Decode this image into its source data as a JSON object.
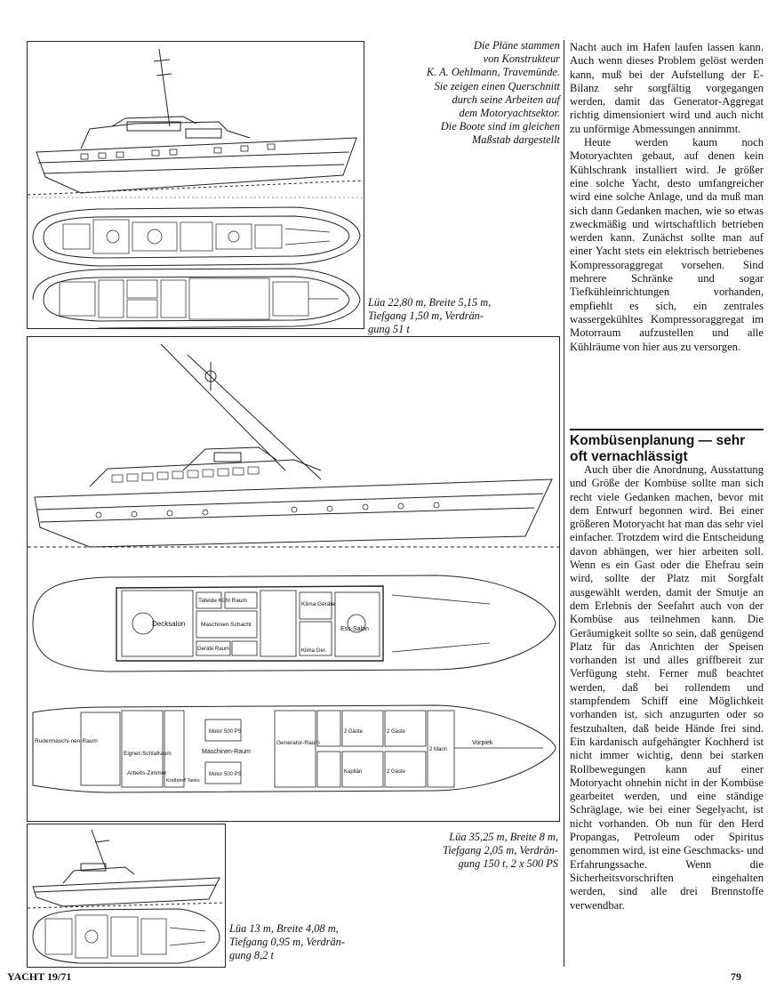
{
  "captions": {
    "intro": [
      "Die Pläne stammen",
      "von Konstrukteur",
      "K. A. Oehlmann, Travemünde.",
      "Sie zeigen einen Querschnitt",
      "durch seine Arbeiten auf",
      "dem Motoryachtsektor.",
      "Die Boote sind im gleichen",
      "Maßstab dargestellt"
    ],
    "boat1": [
      "Lüa 22,80 m, Breite 5,15 m,",
      "Tiefgang 1,50 m, Verdrän-",
      "gung 51 t"
    ],
    "boat2": [
      "Lüa 35,25 m, Breite 8 m,",
      "Tiefgang 2,05 m, Verdrän-",
      "gung 150 t, 2 x 500 PS"
    ],
    "boat3": [
      "Lüa 13 m, Breite 4,08 m,",
      "Tiefgang 0,95 m, Verdrän-",
      "gung 8,2 t"
    ]
  },
  "plan_labels": {
    "decksalon": "Decksalon",
    "tafelde_kuhl": "Tafelde Kühl Raum",
    "maschinen_schacht": "Maschinen Schacht",
    "gerate_raum": "Geräte Raum",
    "klima_gerate": "Klima Geräte",
    "klima_ger": "Klima Ger.",
    "ess_salon": "Ess-Salon",
    "motor_1": "Motor 500 PS",
    "motor_2": "Motor 500 PS",
    "maschinen_raum": "Maschinen-Raum",
    "generator_raum": "Generator-Raum",
    "ruder_raum": "Rudermaschi-nen-Raum",
    "eigner": "Eigner-Schlafraum",
    "arbeits": "Arbeits-Zimmer",
    "vorpiek": "Vorpiek",
    "gaste_1": "2 Gäste",
    "gaste_2": "2 Gäste",
    "gaste_3": "2 Gäste",
    "kapitan": "Kapitän",
    "mann": "2 Mann",
    "kraftstoff": "Kraftstoff Tanks"
  },
  "column_paragraphs": [
    "Nacht auch im Hafen laufen lassen kann. Auch wenn dieses Problem gelöst werden kann, muß bei der Aufstellung der E-Bilanz sehr sorgfältig vorgegangen werden, damit das Generator-Aggregat richtig dimensioniert wird und auch nicht zu unförmige Abmessungen annimmt.",
    "Heute werden kaum noch Motoryachten gebaut, auf denen kein Kühlschrank installiert wird. Je größer eine solche Yacht, desto umfangreicher wird eine solche Anlage, und da muß man sich dann Gedanken machen, wie so etwas zweckmäßig und wirtschaftlich betrieben werden kann. Zunächst sollte man auf einer Yacht stets ein elektrisch betriebenes Kompressoraggregat vorsehen. Sind mehrere Schränke und sogar Tiefkühleinrichtungen vorhanden, empfiehlt es sich, ein zentrales wassergekühltes Kompressoraggregat im Motorraum aufzustellen und alle Kühlräume von hier aus zu versorgen."
  ],
  "section_heading": "Kombüsenplanung — sehr oft vernachlässigt",
  "section_paragraph": "Auch über die Anordnung, Ausstattung und Größe der Kombüse sollte man sich recht viele Gedanken machen, bevor mit dem Entwurf begonnen wird. Bei einer größeren Motoryacht hat man das sehr viel einfacher. Trotzdem wird die Entscheidung davon abhängen, wer hier arbeiten soll. Wenn es ein Gast oder die Ehefrau sein wird, sollte der Platz mit Sorgfalt ausgewählt werden, damit der Smutje an dem Erlebnis der Seefahrt auch von der Kombüse aus teilnehmen kann. Die Geräumigkeit sollte so sein, daß genügend Platz für das Anrichten der Speisen vorhanden ist und alles griffbereit zur Verfügung steht. Ferner muß beachtet werden, daß bei rollendem und stampfendem Schiff eine Möglichkeit vorhanden ist, sich anzugurten oder so festzuhalten, daß beide Hände frei sind. Ein kardanisch aufgehängter Kochherd ist nicht immer wichtig, denn bei starken Rollbewegungen kann auf einer Motoryacht ohnehin nicht in der Kombüse gearbeitet werden, und eine ständige Schräglage, wie bei einer Segelyacht, ist nicht vorhanden. Ob nun für den Herd Propangas, Petroleum oder Spiritus genommen wird, ist eine Geschmacks- und Erfahrungssache. Wenn die Sicherheitsvorschriften eingehalten werden, sind alle drei Brennstoffe verwendbar.",
  "footer": {
    "left": "YACHT 19/71",
    "right": "79"
  }
}
